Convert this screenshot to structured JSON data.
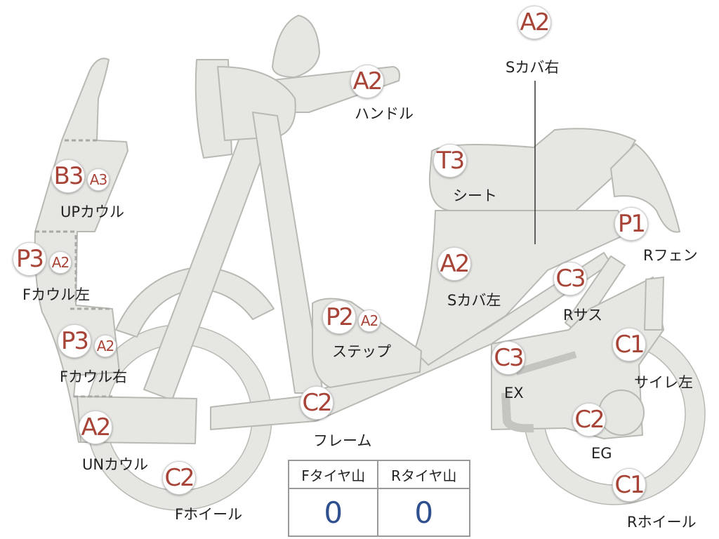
{
  "colors": {
    "part_fill": "#e6e6e2",
    "part_stroke": "#b9b9b4",
    "grade_text": "#a84437",
    "label_text": "#222222",
    "value_text": "#2f4f8f"
  },
  "parts": [
    {
      "id": "s-cover-right",
      "label": "Sカバ右",
      "grade": "A2"
    },
    {
      "id": "handle",
      "label": "ハンドル",
      "grade": "A2"
    },
    {
      "id": "up-cowl",
      "label": "UPカウル",
      "grade": "B3",
      "subgrade": "A3"
    },
    {
      "id": "seat",
      "label": "シート",
      "grade": "T3"
    },
    {
      "id": "r-fender",
      "label": "Rフェン",
      "grade": "P1"
    },
    {
      "id": "f-cowl-left",
      "label": "Fカウル左",
      "grade": "P3",
      "subgrade": "A2"
    },
    {
      "id": "s-cover-left",
      "label": "Sカバ左",
      "grade": "A2"
    },
    {
      "id": "r-suspension",
      "label": "Rサス",
      "grade": "C3"
    },
    {
      "id": "step",
      "label": "ステップ",
      "grade": "P2",
      "subgrade": "A2"
    },
    {
      "id": "f-cowl-right",
      "label": "Fカウル右",
      "grade": "P3",
      "subgrade": "A2"
    },
    {
      "id": "exhaust",
      "label": "EX",
      "grade": "C3"
    },
    {
      "id": "silencer-left",
      "label": "サイレ左",
      "grade": "C1"
    },
    {
      "id": "frame",
      "label": "フレーム",
      "grade": "C2"
    },
    {
      "id": "engine",
      "label": "EG",
      "grade": "C2"
    },
    {
      "id": "un-cowl",
      "label": "UNカウル",
      "grade": "A2"
    },
    {
      "id": "f-wheel",
      "label": "Fホイール",
      "grade": "C2"
    },
    {
      "id": "r-wheel",
      "label": "Rホイール",
      "grade": "C1"
    }
  ],
  "tire_table": {
    "headers": [
      "Fタイヤ山",
      "Rタイヤ山"
    ],
    "values": [
      "0",
      "0"
    ]
  }
}
